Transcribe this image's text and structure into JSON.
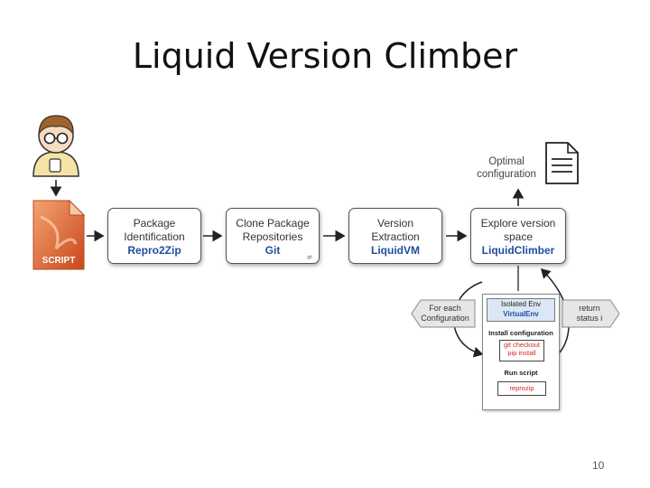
{
  "title": "Liquid Version Climber",
  "stages": [
    {
      "line1": "Package",
      "line2": "Identification",
      "tool": "Repro2Zip"
    },
    {
      "line1": "Clone Package",
      "line2": "Repositories",
      "tool": "Git"
    },
    {
      "line1": "Version",
      "line2": "Extraction",
      "tool": "LiquidVM"
    },
    {
      "line1": "Explore version",
      "line2": "space",
      "tool": "LiquidClimber"
    }
  ],
  "script_icon_label": "SCRIPT",
  "git_logo_label": "git",
  "output": {
    "line1": "Optimal",
    "line2": "configuration"
  },
  "loop": {
    "left_label": {
      "line1": "For each",
      "line2": "Configuration"
    },
    "right_label": {
      "line1": "return",
      "line2": "status i"
    },
    "env": {
      "line1": "Isolated Env",
      "line2": "VirtualEnv"
    },
    "install_label": "Install configuration",
    "install_cmds": {
      "line1": "git checkout",
      "line2": "pip install"
    },
    "run_label": "Run script",
    "run_cmd": "reprozip"
  },
  "page_number": "10",
  "colors": {
    "accent": "#1f4e9e",
    "command": "#dd2222",
    "env_fill": "#dbe7f5",
    "script_orange": "#e8733a"
  }
}
